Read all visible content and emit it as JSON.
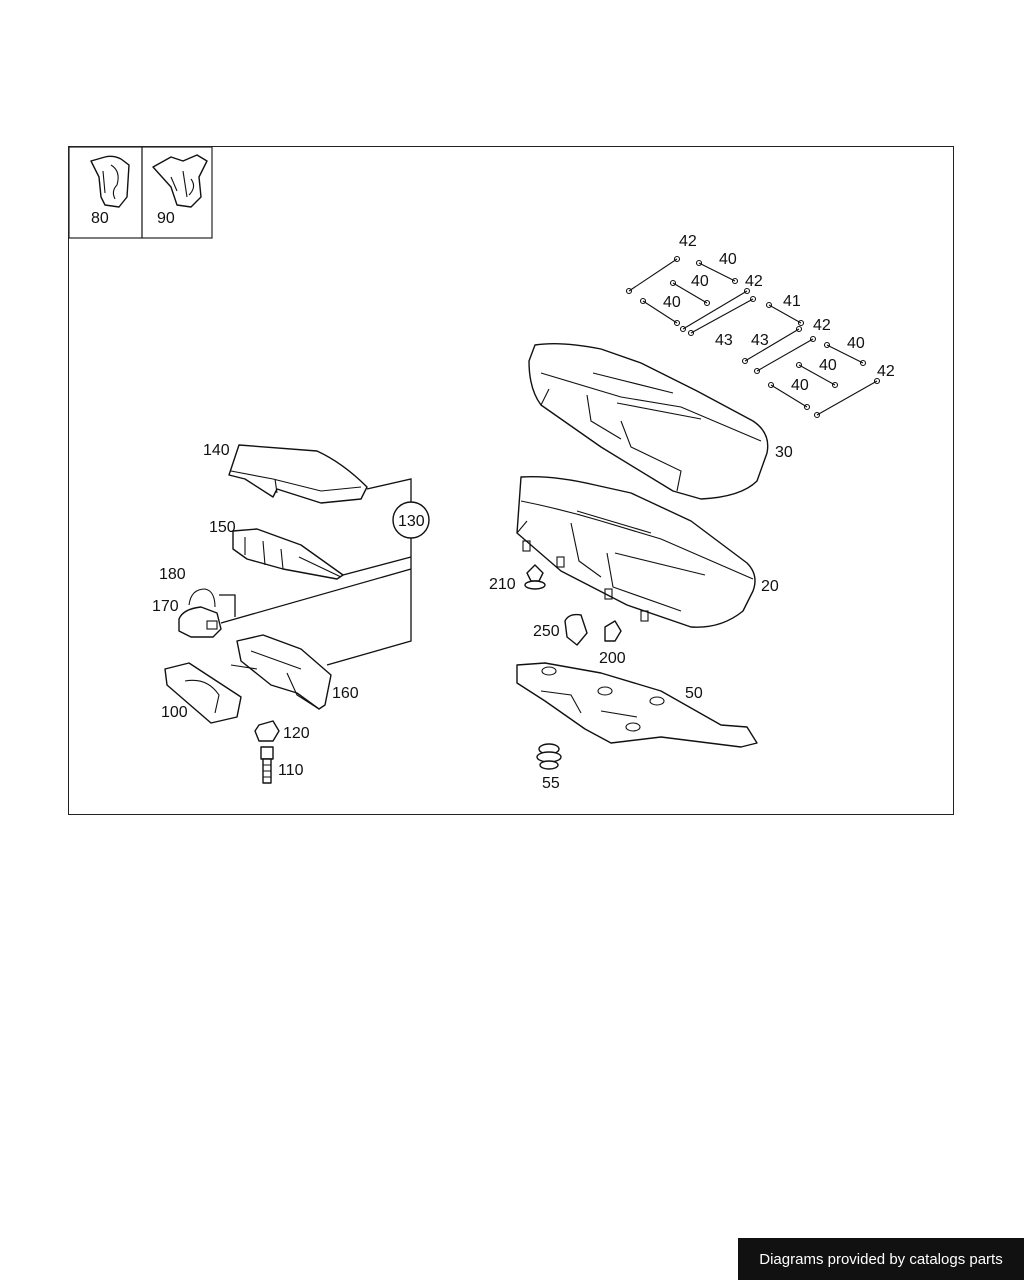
{
  "diagram": {
    "inset_labels": [
      "80",
      "90"
    ],
    "part_labels": {
      "p42a": "42",
      "p40a": "40",
      "p40b": "40",
      "p42b": "42",
      "p40c": "40",
      "p41": "41",
      "p43a": "43",
      "p43b": "43",
      "p42c": "42",
      "p40d": "40",
      "p40e": "40",
      "p40f": "40",
      "p42d": "42",
      "p30": "30",
      "p20": "20",
      "p140": "140",
      "p130": "130",
      "p150": "150",
      "p180": "180",
      "p170": "170",
      "p160": "160",
      "p100": "100",
      "p120": "120",
      "p110": "110",
      "p210": "210",
      "p250": "250",
      "p200": "200",
      "p50": "50",
      "p55": "55"
    }
  },
  "footer": {
    "credit": "Diagrams provided by catalogs parts"
  }
}
